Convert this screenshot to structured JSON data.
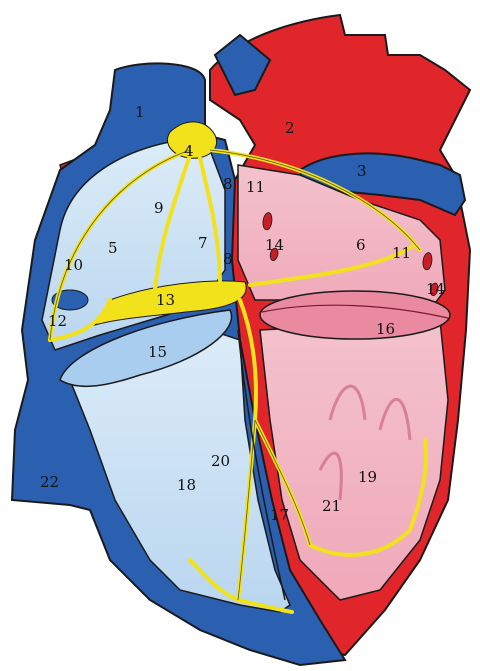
{
  "diagram": {
    "labels": [
      {
        "id": "l1",
        "text": "1"
      },
      {
        "id": "l2",
        "text": "2"
      },
      {
        "id": "l3",
        "text": "3"
      },
      {
        "id": "l4",
        "text": "4"
      },
      {
        "id": "l5",
        "text": "5"
      },
      {
        "id": "l6",
        "text": "6"
      },
      {
        "id": "l7",
        "text": "7"
      },
      {
        "id": "l8a",
        "text": "8"
      },
      {
        "id": "l8b",
        "text": "8"
      },
      {
        "id": "l9",
        "text": "9"
      },
      {
        "id": "l10",
        "text": "10"
      },
      {
        "id": "l11a",
        "text": "11"
      },
      {
        "id": "l11b",
        "text": "11"
      },
      {
        "id": "l12",
        "text": "12"
      },
      {
        "id": "l13",
        "text": "13"
      },
      {
        "id": "l14a",
        "text": "14"
      },
      {
        "id": "l14b",
        "text": "14"
      },
      {
        "id": "l15",
        "text": "15"
      },
      {
        "id": "l16",
        "text": "16"
      },
      {
        "id": "l17",
        "text": "17"
      },
      {
        "id": "l18",
        "text": "18"
      },
      {
        "id": "l19",
        "text": "19"
      },
      {
        "id": "l20",
        "text": "20"
      },
      {
        "id": "l21",
        "text": "21"
      },
      {
        "id": "l22",
        "text": "22"
      }
    ],
    "colors": {
      "deoxygenated_blue": "#2b5fb0",
      "oxygenated_red": "#e0262b",
      "right_chamber": "#cfe4f5",
      "left_chamber": "#f2b9c6",
      "conduction_yellow": "#f2e21b",
      "outline": "#1a1a1a"
    }
  }
}
